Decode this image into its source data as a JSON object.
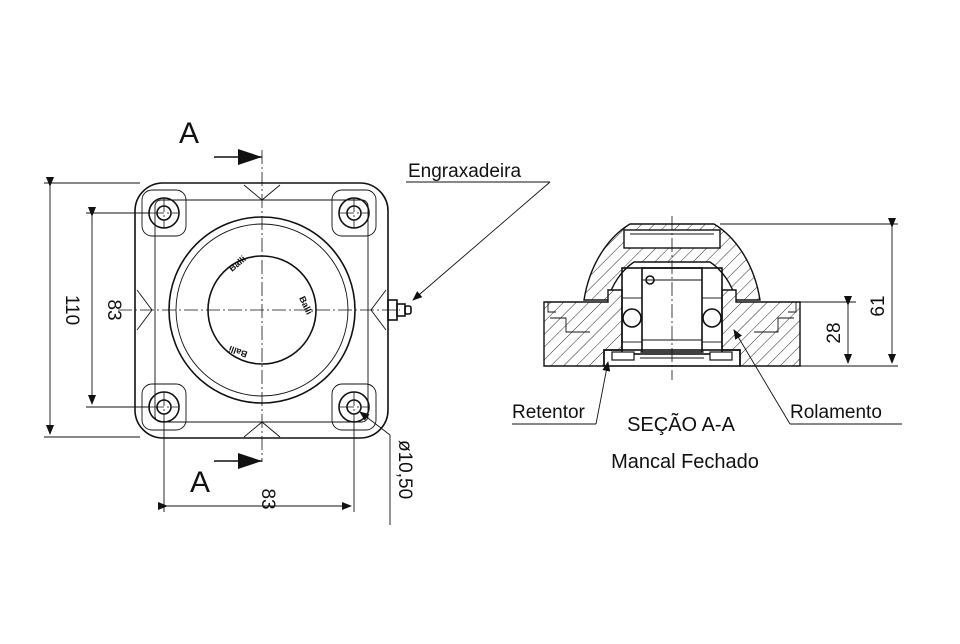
{
  "labels": {
    "section_top": "A",
    "section_bottom": "A",
    "grease": "Engraxadeira",
    "retainer": "Retentor",
    "bearing": "Rolamento",
    "section_title": "SEÇÃO A-A",
    "part_name": "Mancal Fechado",
    "logo": "Balli"
  },
  "dimensions": {
    "overall_height": "110",
    "bolt_vertical": "83",
    "bolt_horizontal": "83",
    "hole_diameter": "ø10,50",
    "section_height": "61",
    "base_height": "28"
  },
  "colors": {
    "line": "#111111",
    "background": "#ffffff"
  }
}
